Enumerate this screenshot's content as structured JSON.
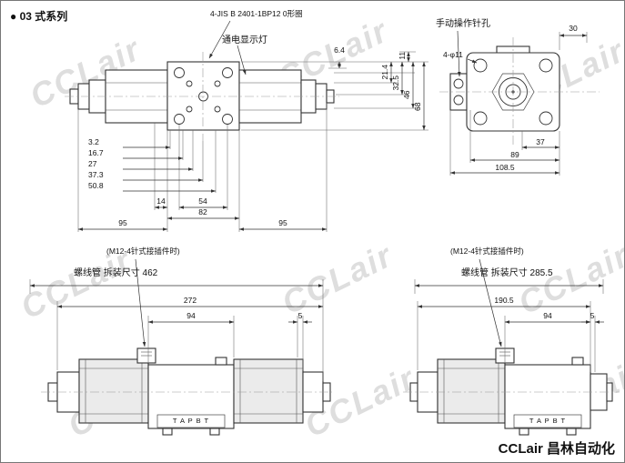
{
  "page": {
    "series_label": "● 03 式系列",
    "brand_footer": "CCLair 昌林自动化",
    "watermark_text": "CCLair"
  },
  "top_left_view": {
    "oring_callout": "4-JIS B 2401-1BP12 0形圈",
    "indicator_callout": "通电显示灯",
    "left_dims": [
      "3.2",
      "16.7",
      "27",
      "37.3",
      "50.8"
    ],
    "bottom_dims": {
      "d14": "14",
      "d54": "54",
      "d82": "82",
      "d95_left": "95",
      "d95_right": "95"
    },
    "right_dims": {
      "d6_4": "6.4",
      "d11": "11",
      "d21_4": "21.4",
      "d32_5": "32.5",
      "d46": "46",
      "d68": "68"
    }
  },
  "top_right_view": {
    "pinhole_callout": "手动操作针孔",
    "holes_callout": "4-φ11",
    "d30": "30",
    "d37": "37",
    "d89": "89",
    "d108_5": "108.5"
  },
  "bottom_left_view": {
    "connector_callout": "(M12-4针式接插件时)",
    "solenoid_dim_label": "螺线管 拆装尺寸 462",
    "d272": "272",
    "d94": "94",
    "d5": "5",
    "port_label": "T A P B T"
  },
  "bottom_right_view": {
    "connector_callout": "(M12-4针式接插件时)",
    "solenoid_dim_label": "螺线管 拆装尺寸 285.5",
    "d190_5": "190.5",
    "d94": "94",
    "d5": "5",
    "port_label": "T A P B T"
  }
}
